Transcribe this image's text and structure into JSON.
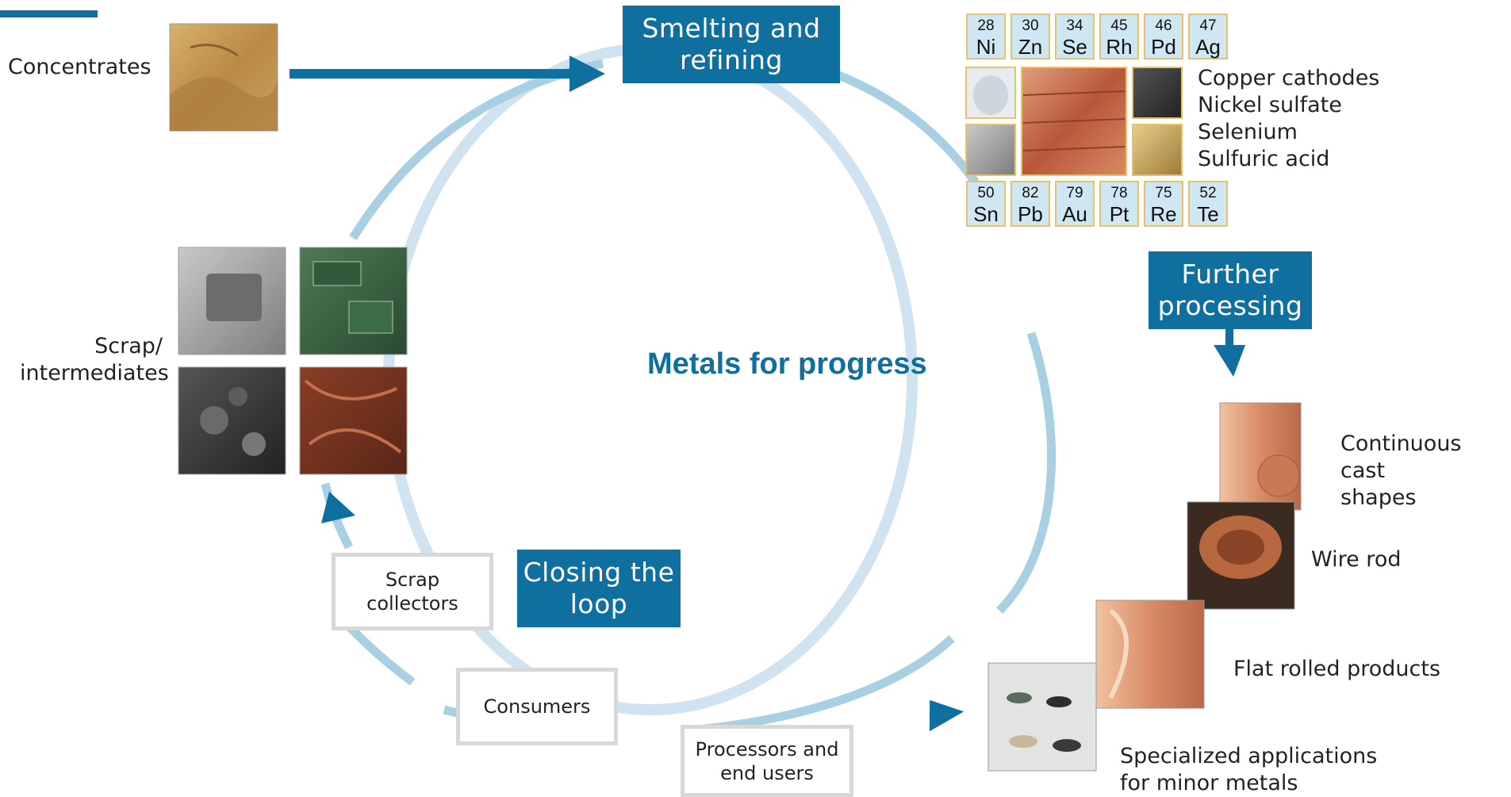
{
  "title": "Metals for progress",
  "stages": {
    "smelting": [
      "Smelting and",
      "refining"
    ],
    "further": [
      "Further",
      "processing"
    ],
    "closing": [
      "Closing the",
      "loop"
    ]
  },
  "inputs": {
    "concentrates": "Concentrates",
    "scrap": [
      "Scrap/",
      "intermediates"
    ]
  },
  "elements_top": [
    {
      "num": "28",
      "sym": "Ni"
    },
    {
      "num": "30",
      "sym": "Zn"
    },
    {
      "num": "34",
      "sym": "Se"
    },
    {
      "num": "45",
      "sym": "Rh"
    },
    {
      "num": "46",
      "sym": "Pd"
    },
    {
      "num": "47",
      "sym": "Ag"
    }
  ],
  "elements_bottom": [
    {
      "num": "50",
      "sym": "Sn"
    },
    {
      "num": "82",
      "sym": "Pb"
    },
    {
      "num": "79",
      "sym": "Au"
    },
    {
      "num": "78",
      "sym": "Pt"
    },
    {
      "num": "75",
      "sym": "Re"
    },
    {
      "num": "52",
      "sym": "Te"
    }
  ],
  "refined_products": [
    "Copper cathodes",
    "Nickel sulfate",
    "Selenium",
    "Sulfuric acid"
  ],
  "processed_products": {
    "continuous_cast": [
      "Continuous cast",
      "shapes"
    ],
    "wire_rod": "Wire rod",
    "flat_rolled": "Flat rolled products",
    "specialized": [
      "Specialized applications",
      "for minor metals"
    ]
  },
  "loop_boxes": {
    "scrap_collectors": [
      "Scrap",
      "collectors"
    ],
    "consumers": "Consumers",
    "processors": [
      "Processors and",
      "end users"
    ]
  },
  "colors": {
    "brand_blue": "#0f6f9e",
    "ring_light": "#cfe4f0",
    "ring_mid": "#8cc1dc",
    "box_gray": "#d8d8d8",
    "element_fill": "#cfe6f3",
    "element_border": "#e8c26a"
  }
}
